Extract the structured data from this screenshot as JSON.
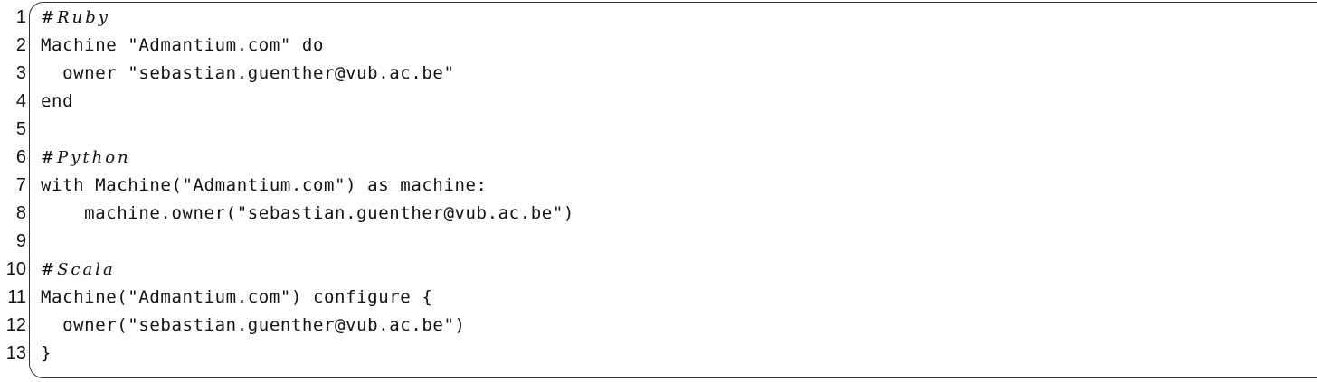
{
  "listing": {
    "lines": [
      {
        "num": "1",
        "text": "#Ruby",
        "kind": "comment"
      },
      {
        "num": "2",
        "text": "Machine \"Admantium.com\" do",
        "kind": "code"
      },
      {
        "num": "3",
        "text": "  owner \"sebastian.guenther@vub.ac.be\"",
        "kind": "code"
      },
      {
        "num": "4",
        "text": "end",
        "kind": "code"
      },
      {
        "num": "5",
        "text": "",
        "kind": "code"
      },
      {
        "num": "6",
        "text": "#Python",
        "kind": "comment"
      },
      {
        "num": "7",
        "text": "with Machine(\"Admantium.com\") as machine:",
        "kind": "code"
      },
      {
        "num": "8",
        "text": "    machine.owner(\"sebastian.guenther@vub.ac.be\")",
        "kind": "code"
      },
      {
        "num": "9",
        "text": "",
        "kind": "code"
      },
      {
        "num": "10",
        "text": "#Scala",
        "kind": "comment"
      },
      {
        "num": "11",
        "text": "Machine(\"Admantium.com\") configure {",
        "kind": "code"
      },
      {
        "num": "12",
        "text": "  owner(\"sebastian.guenther@vub.ac.be\")",
        "kind": "code"
      },
      {
        "num": "13",
        "text": "}",
        "kind": "code"
      }
    ]
  }
}
